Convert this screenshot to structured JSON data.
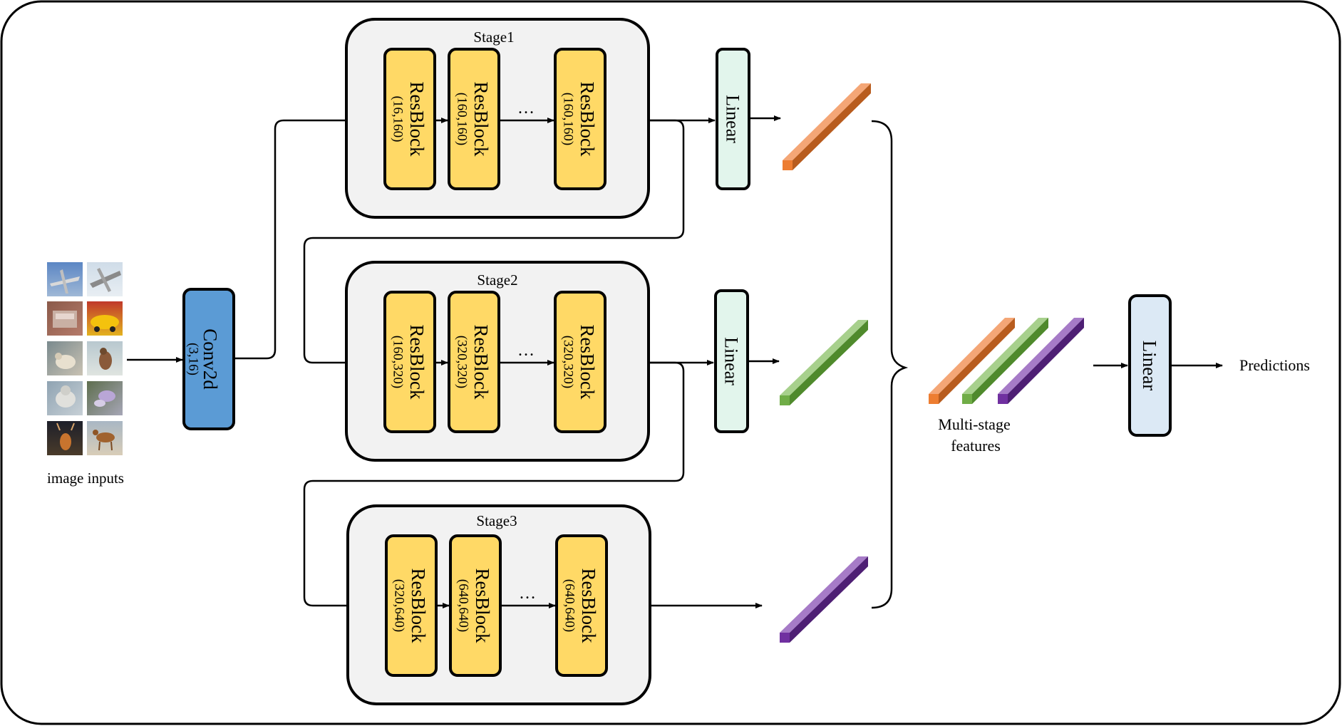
{
  "inputs": {
    "caption": "image inputs"
  },
  "conv": {
    "title": "Conv2d",
    "params": "(3,16)"
  },
  "ellipsis": "…",
  "stages": [
    {
      "title": "Stage1",
      "blocks": [
        {
          "title": "ResBlock",
          "params": "(16,160)"
        },
        {
          "title": "ResBlock",
          "params": "(160,160)"
        },
        {
          "title": "ResBlock",
          "params": "(160,160)"
        }
      ]
    },
    {
      "title": "Stage2",
      "blocks": [
        {
          "title": "ResBlock",
          "params": "(160,320)"
        },
        {
          "title": "ResBlock",
          "params": "(320,320)"
        },
        {
          "title": "ResBlock",
          "params": "(320,320)"
        }
      ]
    },
    {
      "title": "Stage3",
      "blocks": [
        {
          "title": "ResBlock",
          "params": "(320,640)"
        },
        {
          "title": "ResBlock",
          "params": "(640,640)"
        },
        {
          "title": "ResBlock",
          "params": "(640,640)"
        }
      ]
    }
  ],
  "linear_label": "Linear",
  "features_caption": [
    "Multi-stage",
    "features"
  ],
  "predictions": "Predictions",
  "colors": {
    "conv": "#5b9bd5",
    "resblock": "#ffd966",
    "stage_bg": "#f2f2f2",
    "linear_stage": "#e2f5ec",
    "linear_final": "#dce9f5",
    "feature_stage1": "#ed7d31",
    "feature_stage2": "#70ad47",
    "feature_stage3": "#7030a0"
  }
}
